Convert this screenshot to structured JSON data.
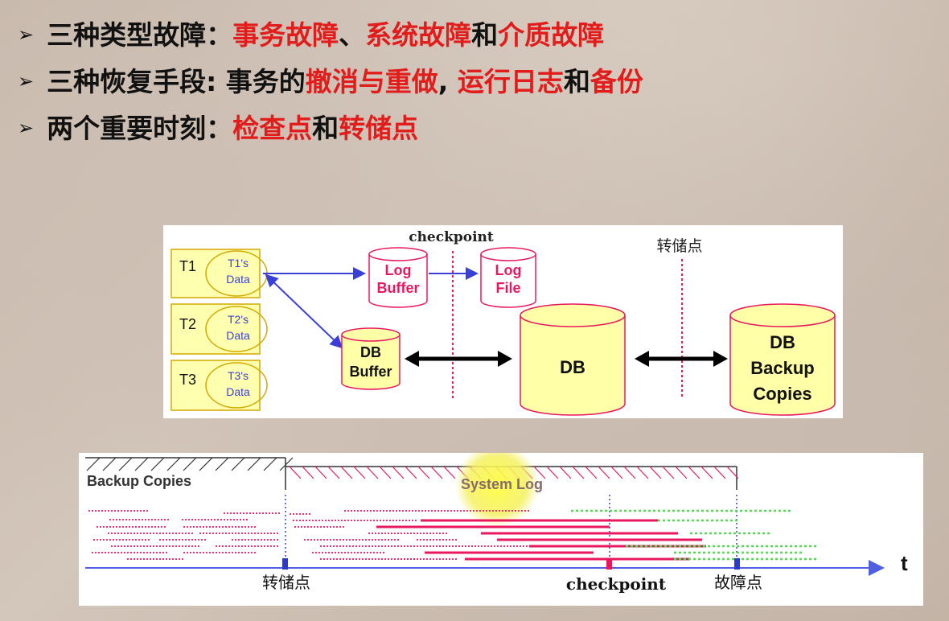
{
  "bullets": [
    {
      "prefix": "三种类型故障：",
      "r1": "事务故障",
      "s1": "、",
      "r2": "系统故障",
      "s2": "和",
      "r3": "介质故障"
    },
    {
      "prefix": "三种恢复手段: 事务的",
      "r1": "撤消与重做",
      "s1": ", ",
      "r2": "运行日志",
      "s2": "和",
      "r3": "备份"
    },
    {
      "prefix": "两个重要时刻：",
      "r1": "检查点",
      "s1": "和",
      "r2": "转储点",
      "s2": "",
      "r3": ""
    }
  ],
  "diagram": {
    "checkpoint_label": "checkpoint",
    "dump_label": "转储点",
    "transactions": [
      {
        "name": "T1",
        "data1": "T1's",
        "data2": "Data"
      },
      {
        "name": "T2",
        "data1": "T2's",
        "data2": "Data"
      },
      {
        "name": "T3",
        "data1": "T3's",
        "data2": "Data"
      }
    ],
    "log_buffer": [
      "Log",
      "Buffer"
    ],
    "log_file": [
      "Log",
      "File"
    ],
    "db_buffer": [
      "DB",
      "Buffer"
    ],
    "db": "DB",
    "db_backup": [
      "DB",
      "Backup",
      "Copies"
    ]
  },
  "timeline": {
    "backup_label": "Backup Copies",
    "syslog_label": "System Log",
    "t_label": "t",
    "dump_point": "转储点",
    "checkpoint": "checkpoint",
    "failure_point": "故障点"
  },
  "colors": {
    "red": "#e21b1b",
    "pink": "#e8185f",
    "blue": "#3a3fd8",
    "yellow": "#ffffa8",
    "box_fill": "#ffffb0",
    "green": "#66cc66"
  }
}
